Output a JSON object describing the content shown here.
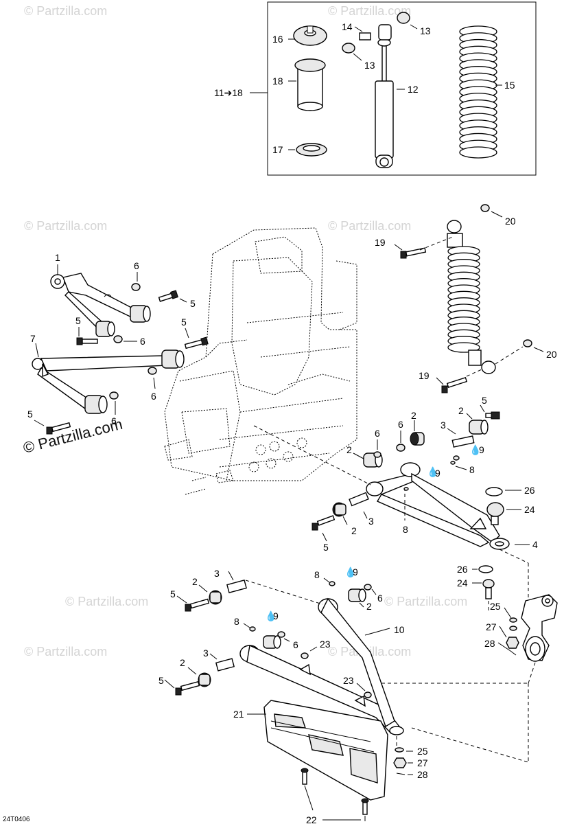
{
  "watermarks": {
    "site": "© Partzilla.com",
    "site_bold": "© Partzilla.com"
  },
  "diagram_code": "24T0406",
  "kit_label": "11➔18",
  "callouts": {
    "c1": "1",
    "c2a": "2",
    "c2b": "2",
    "c2c": "2",
    "c2d": "2",
    "c2e": "2",
    "c2f": "2",
    "c2g": "2",
    "c3a": "3",
    "c3b": "3",
    "c3c": "3",
    "c3d": "3",
    "c4": "4",
    "c5a": "5",
    "c5b": "5",
    "c5c": "5",
    "c5d": "5",
    "c5e": "5",
    "c5f": "5",
    "c5g": "5",
    "c5h": "5",
    "c6a": "6",
    "c6b": "6",
    "c6c": "6",
    "c6d": "6",
    "c6e": "6",
    "c6f": "6",
    "c6g": "6",
    "c6h": "6",
    "c7": "7",
    "c8a": "8",
    "c8b": "8",
    "c8c": "8",
    "c8d": "8",
    "c9a": "9",
    "c9b": "9",
    "c9c": "9",
    "c9d": "9",
    "c10": "10",
    "c12": "12",
    "c13a": "13",
    "c13b": "13",
    "c14": "14",
    "c15": "15",
    "c16": "16",
    "c17": "17",
    "c18": "18",
    "c19a": "19",
    "c19b": "19",
    "c20a": "20",
    "c20b": "20",
    "c21": "21",
    "c22": "22",
    "c23a": "23",
    "c23b": "23",
    "c24a": "24",
    "c24b": "24",
    "c25a": "25",
    "c25b": "25",
    "c26a": "26",
    "c26b": "26",
    "c27a": "27",
    "c27b": "27",
    "c28a": "28",
    "c28b": "28"
  },
  "icons": {
    "lubricant": "oil-drop-icon"
  }
}
